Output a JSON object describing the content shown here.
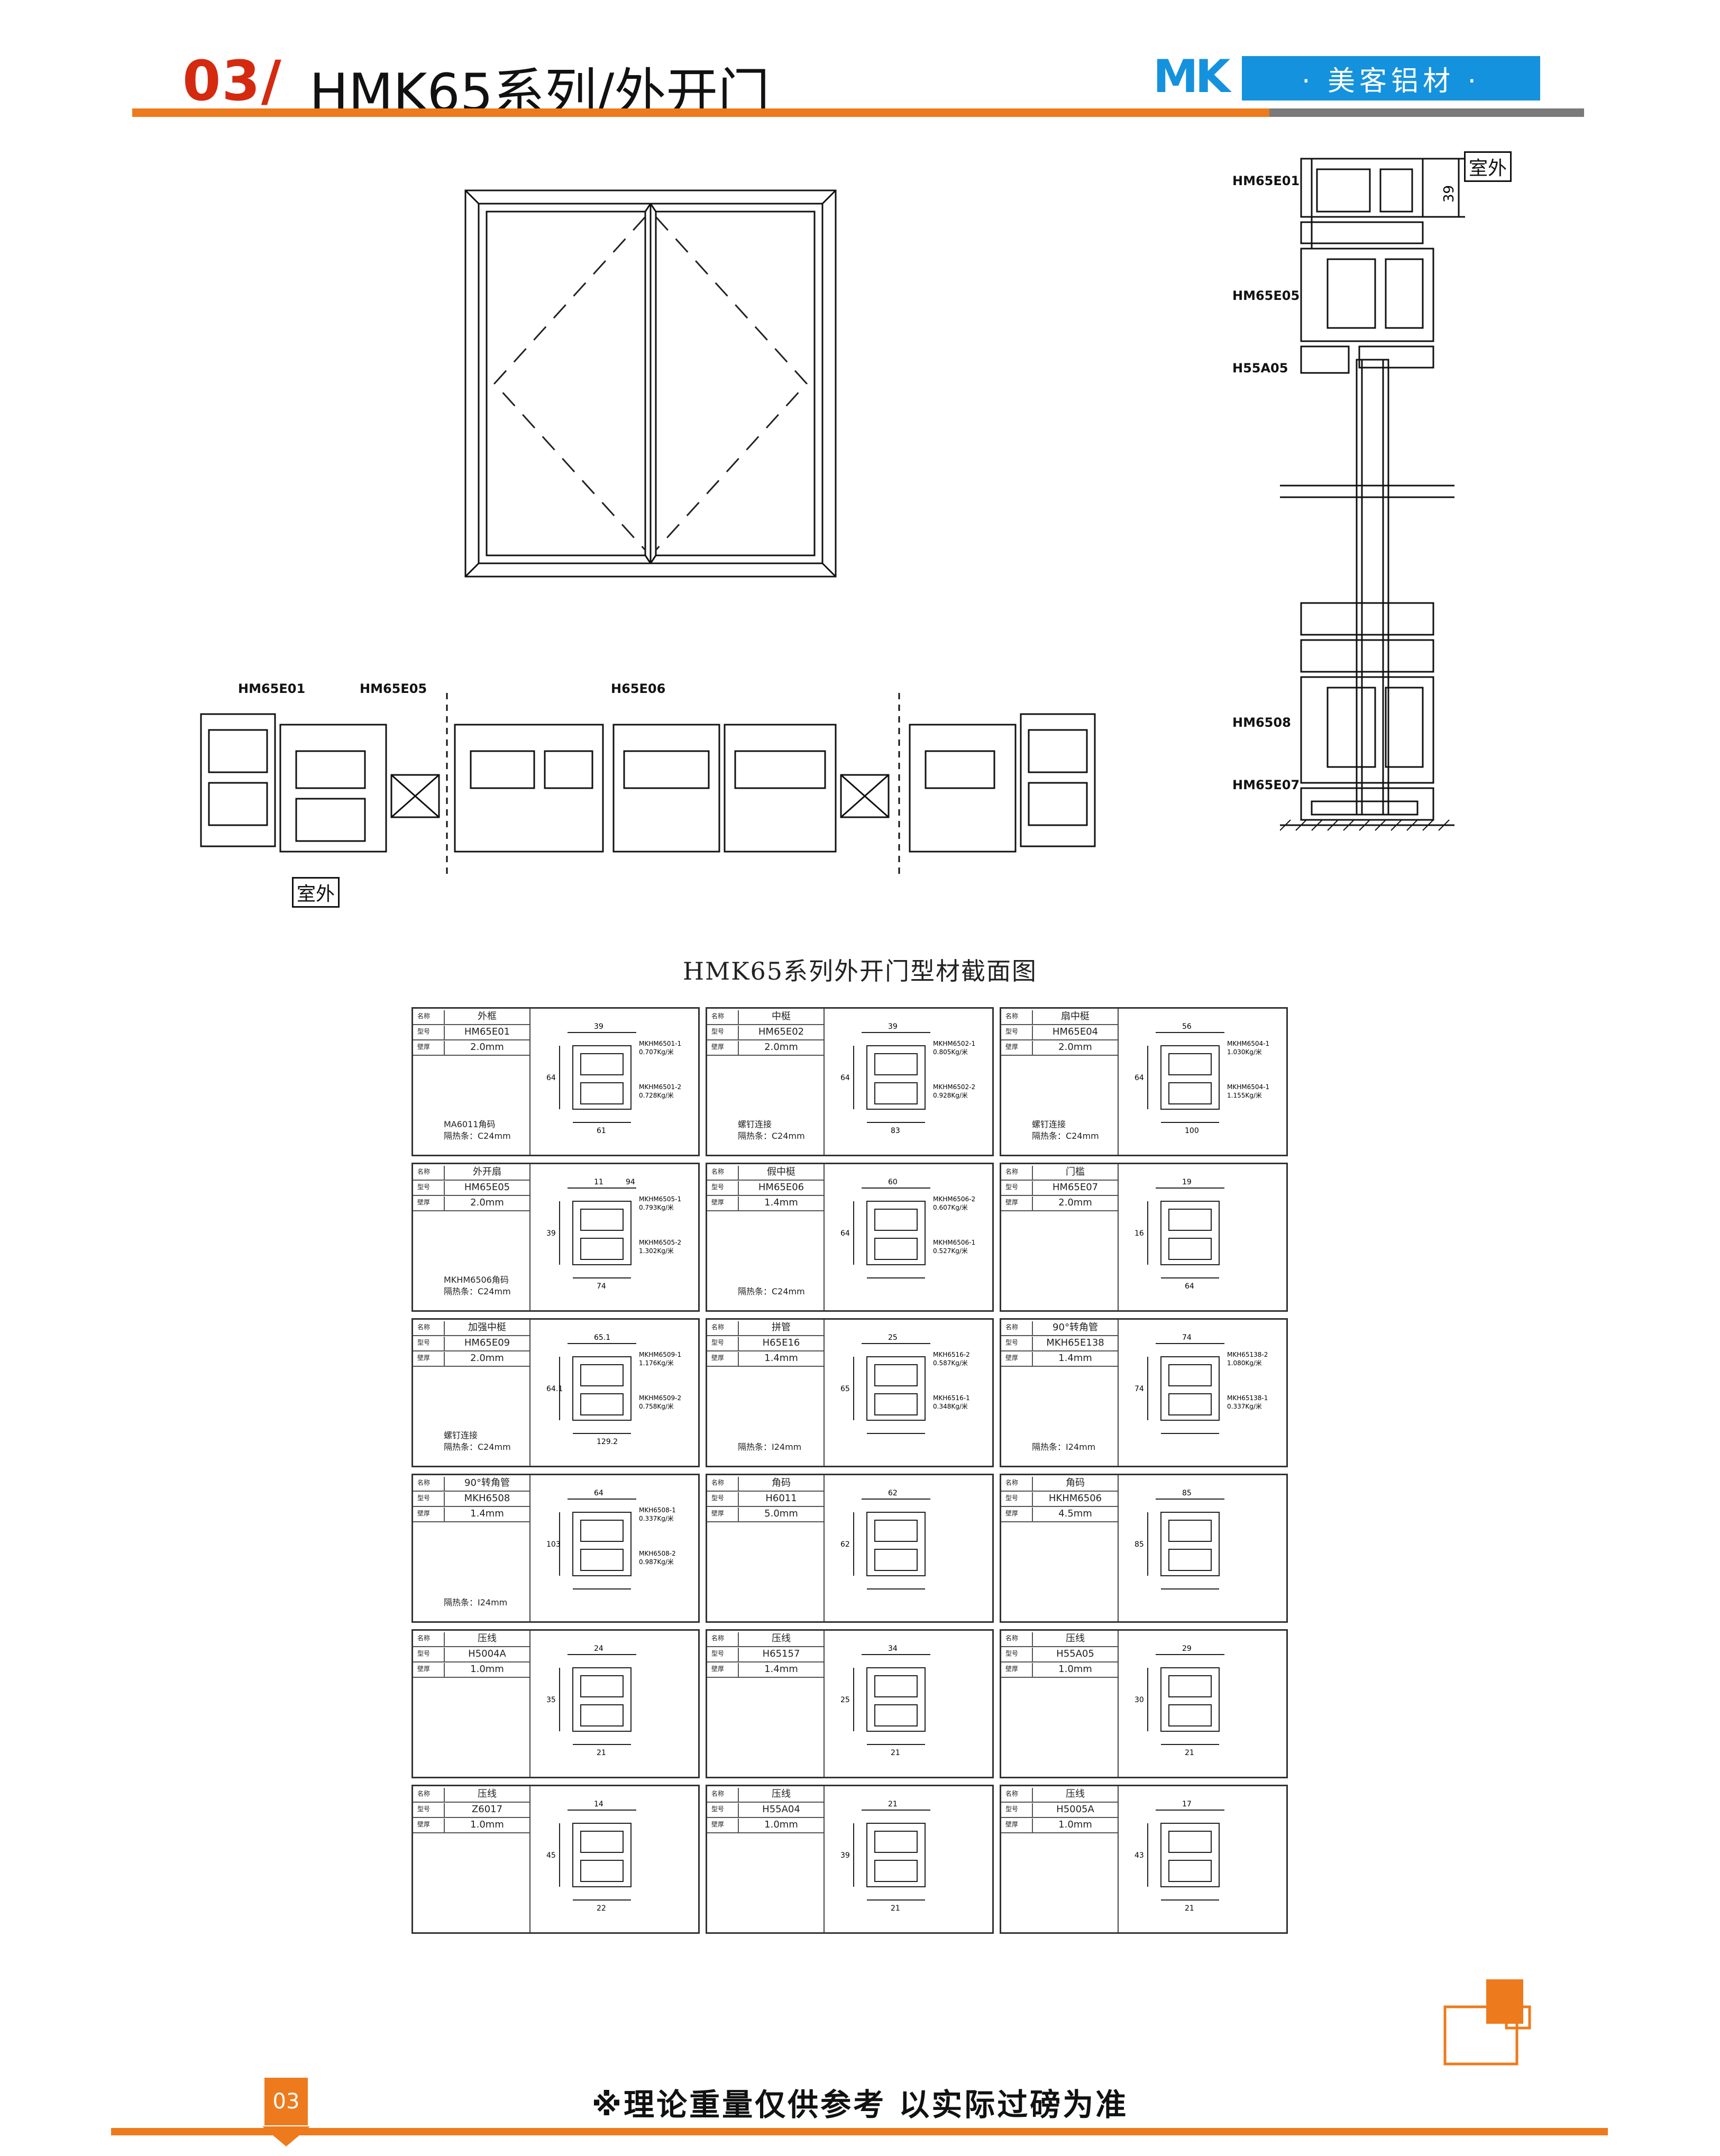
{
  "header": {
    "page_number": "03/",
    "title": "HMK65系列/外开门",
    "logo_text": "MK",
    "brand": "· 美客铝材 ·"
  },
  "drawing_labels": {
    "outside_top": "室外",
    "outside_bottom": "室外",
    "dim_39": "39",
    "section_side": [
      "HM65E01",
      "HM65E05",
      "H55A05",
      "HM6508",
      "HM65E07"
    ],
    "section_plan": [
      "HM65E01",
      "HM65E05",
      "H65E06"
    ]
  },
  "section_title": "HMK65系列外开门型材截面图",
  "row_keys": {
    "name": "名称",
    "code": "型号",
    "thickness": "壁厚"
  },
  "profiles": [
    {
      "name": "外框",
      "code": "HM65E01",
      "thickness": "2.0mm",
      "notes": [
        "MA6011角码",
        "隔热条：C24mm"
      ],
      "dims": [
        "39",
        "64",
        "61"
      ],
      "weights": [
        "MKHM6501-1",
        "0.707Kg/米",
        "MKHM6501-2",
        "0.728Kg/米"
      ]
    },
    {
      "name": "中梃",
      "code": "HM65E02",
      "thickness": "2.0mm",
      "notes": [
        "螺钉连接",
        "隔热条：C24mm"
      ],
      "dims": [
        "39",
        "64",
        "83"
      ],
      "weights": [
        "MKHM6502-1",
        "0.805Kg/米",
        "MKHM6502-2",
        "0.928Kg/米"
      ]
    },
    {
      "name": "扇中梃",
      "code": "HM65E04",
      "thickness": "2.0mm",
      "notes": [
        "螺钉连接",
        "隔热条：C24mm"
      ],
      "dims": [
        "56",
        "64",
        "100"
      ],
      "weights": [
        "MKHM6504-1",
        "1.030Kg/米",
        "MKHM6504-1",
        "1.155Kg/米"
      ]
    },
    {
      "name": "外开扇",
      "code": "HM65E05",
      "thickness": "2.0mm",
      "notes": [
        "MKHM6506角码",
        "隔热条：C24mm"
      ],
      "dims": [
        "11",
        "39",
        "74",
        "94"
      ],
      "weights": [
        "MKHM6505-1",
        "0.793Kg/米",
        "MKHM6505-2",
        "1.302Kg/米"
      ]
    },
    {
      "name": "假中梃",
      "code": "HM65E06",
      "thickness": "1.4mm",
      "notes": [
        "",
        "隔热条：C24mm"
      ],
      "dims": [
        "60",
        "64"
      ],
      "weights": [
        "MKHM6506-2",
        "0.607Kg/米",
        "MKHM6506-1",
        "0.527Kg/米"
      ]
    },
    {
      "name": "门槛",
      "code": "HM65E07",
      "thickness": "2.0mm",
      "notes": [
        "",
        ""
      ],
      "dims": [
        "19",
        "16",
        "64"
      ],
      "weights": []
    },
    {
      "name": "加强中梃",
      "code": "HM65E09",
      "thickness": "2.0mm",
      "notes": [
        "螺钉连接",
        "隔热条：C24mm"
      ],
      "dims": [
        "65.1",
        "64.1",
        "129.2"
      ],
      "weights": [
        "MKHM6509-1",
        "1.176Kg/米",
        "MKHM6509-2",
        "0.758Kg/米"
      ]
    },
    {
      "name": "拼管",
      "code": "H65E16",
      "thickness": "1.4mm",
      "notes": [
        "",
        "隔热条：I24mm"
      ],
      "dims": [
        "25",
        "65"
      ],
      "weights": [
        "MKH6516-2",
        "0.587Kg/米",
        "MKH6516-1",
        "0.348Kg/米"
      ]
    },
    {
      "name": "90°转角管",
      "code": "MKH65E138",
      "thickness": "1.4mm",
      "notes": [
        "",
        "隔热条：I24mm"
      ],
      "dims": [
        "74",
        "74"
      ],
      "weights": [
        "MKH65138-2",
        "1.080Kg/米",
        "MKH65138-1",
        "0.337Kg/米"
      ]
    },
    {
      "name": "90°转角管",
      "code": "MKH6508",
      "thickness": "1.4mm",
      "notes": [
        "",
        "隔热条：I24mm"
      ],
      "dims": [
        "64",
        "103"
      ],
      "weights": [
        "MKH6508-1",
        "0.337Kg/米",
        "MKH6508-2",
        "0.987Kg/米"
      ]
    },
    {
      "name": "角码",
      "code": "H6011",
      "thickness": "5.0mm",
      "notes": [
        "",
        ""
      ],
      "dims": [
        "62",
        "62"
      ],
      "weights": []
    },
    {
      "name": "角码",
      "code": "HKHM6506",
      "thickness": "4.5mm",
      "notes": [
        "",
        ""
      ],
      "dims": [
        "85",
        "85"
      ],
      "weights": []
    },
    {
      "name": "压线",
      "code": "H5004A",
      "thickness": "1.0mm",
      "notes": [
        "",
        ""
      ],
      "dims": [
        "24",
        "35",
        "21"
      ],
      "weights": []
    },
    {
      "name": "压线",
      "code": "H65157",
      "thickness": "1.4mm",
      "notes": [
        "",
        ""
      ],
      "dims": [
        "34",
        "25",
        "21"
      ],
      "weights": []
    },
    {
      "name": "压线",
      "code": "H55A05",
      "thickness": "1.0mm",
      "notes": [
        "",
        ""
      ],
      "dims": [
        "29",
        "30",
        "21"
      ],
      "weights": []
    },
    {
      "name": "压线",
      "code": "Z6017",
      "thickness": "1.0mm",
      "notes": [
        "",
        ""
      ],
      "dims": [
        "14",
        "45",
        "22"
      ],
      "weights": []
    },
    {
      "name": "压线",
      "code": "H55A04",
      "thickness": "1.0mm",
      "notes": [
        "",
        ""
      ],
      "dims": [
        "21",
        "39",
        "21"
      ],
      "weights": []
    },
    {
      "name": "压线",
      "code": "H5005A",
      "thickness": "1.0mm",
      "notes": [
        "",
        ""
      ],
      "dims": [
        "17",
        "43",
        "21"
      ],
      "weights": []
    }
  ],
  "footer": {
    "note": "※理论重量仅供参考 以实际过磅为准",
    "page": "03"
  },
  "colors": {
    "accent_orange": "#ed7b1d",
    "brand_blue": "#1592dd",
    "title_red": "#d42a10",
    "line_gray": "#7a7a7a"
  }
}
